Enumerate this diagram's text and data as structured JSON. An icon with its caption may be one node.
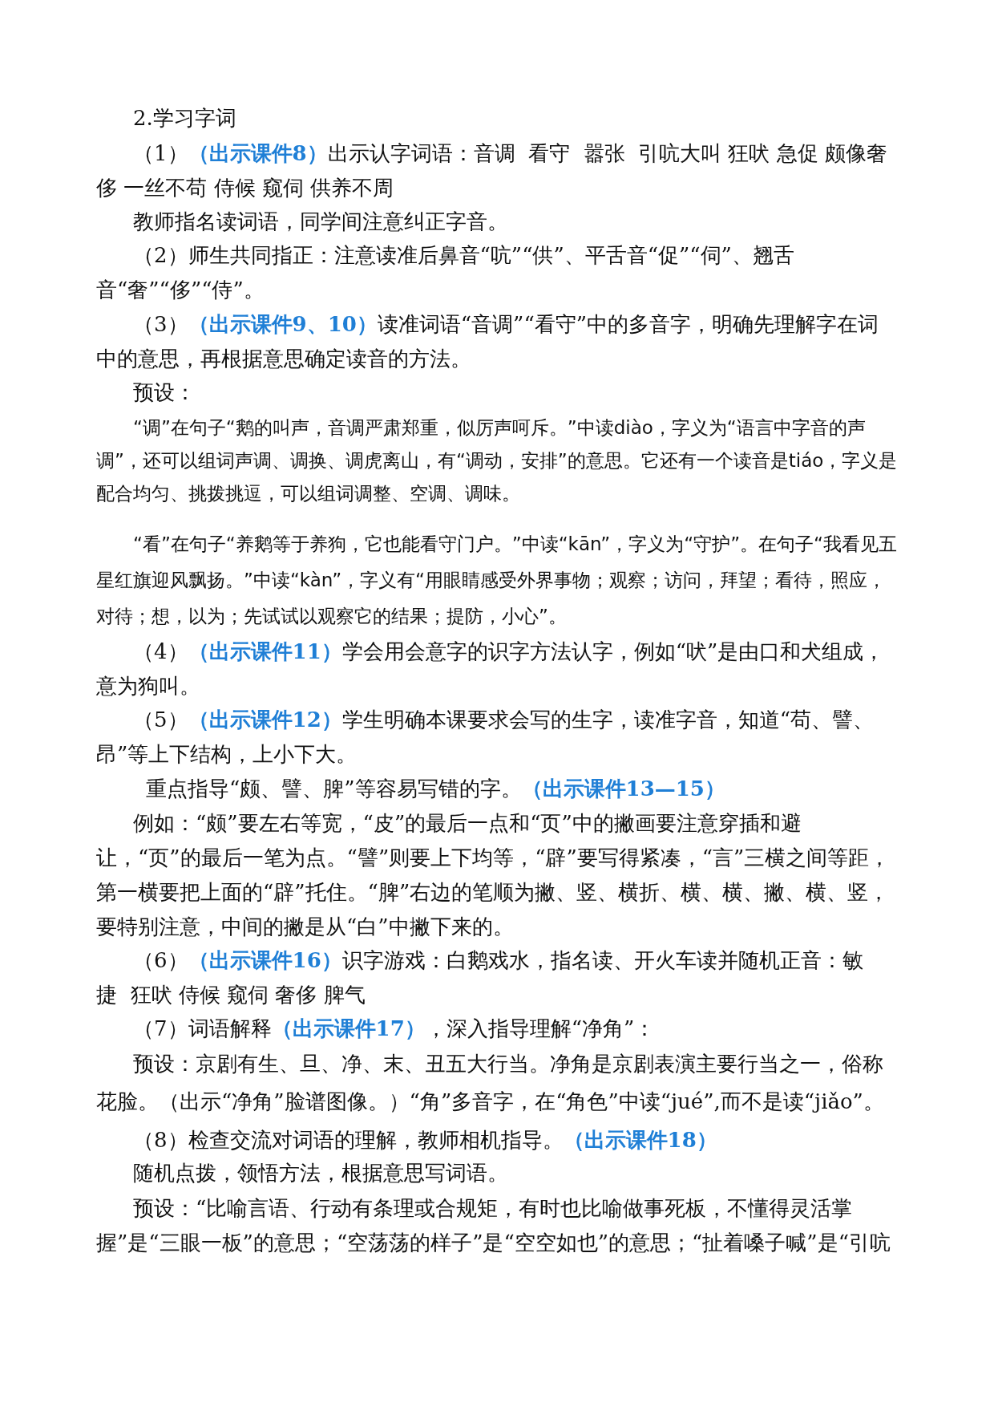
{
  "diagram": {
    "labels": [
      "2.学习字词",
      "（1）**（出示课件8）**出示认字词语：音调  看守  嚣张  引吭大叫 狂吠 急促 颇像奢侈 一丝不苟 侍候 窥伺 供养不周",
      "教师指名读词语，同学间注意纠正字音。",
      "（2）师生共同指正：注意读准后鼻音“吭”“供”、平舌音“促”“伺”、翘舌音“奢”“侈”“侍”。",
      "（3）**（出示课件9、10）**读准词语“音调”“看守”中的多音字，明确先理解字在词中的意思，再根据意思确定读音的方法。",
      "预设：",
      "“调”在句子“鹅的叫声，音调严肃郑重，似厉声呵斥。”中读diào，字义为“语言中字音的声调”，还可以组词声调、调换、调虎离山，有“调动，安排”的意思。它还有一个读音是tiáo，字义是配合均匀、挑拨挑逗，可以组词调整、空调、调味。",
      "“看”在句子“养鹅等于养狗，它也能看守门户。”中读“kān”，字义为“守护”。在句子“我看见五星红旗迎风飘扬。”中读“kàn”，字义有“用眼睛感受外界事物；观察；访问，拜望；看待，照应，对待；想，以为；先试试以观察它的结果；提防，小心”。",
      "（4）**（出示课件11）**学会用会意字的识字方法认字，例如“吠”是由口和犬组成，意为狗叫。",
      "（5）**（出示课件12）**学生明确本课要求会写的生字，读准字音，知道“苟、譬、昂”等上下结构，上小下大。",
      "重点指导“颇、譬、脾”等容易写错的字。**（出示课件13—15）**",
      "例如：“颇”要左右等宽，“皮”的最后一点和“页”中的撇画要注意穿插和避让，“页”的最后一笔为点。“譬”则要上下均等，“辟”要写得紧凑，“言”三横之间等距，第一横要把上面的“辟”托住。“脾”右边的笔顺为撇、竖、横折、横、横、撇、横、竖，要特别注意，中间的撇是从“白”中撇下来的。",
      "（6）**（出示课件16）**识字游戏：白鹅戏水，指名读、开火车读并随机正音：敏捷  狂吠 侍候 窥伺 奢侈 脾气",
      "（7）词语解释**（出示课件17）**，深入指导理解“净角”：",
      "预设：京剧有生、旦、净、末、丑五大行当。净角是京剧表演主要行当之一，俗称花脸。（出示“净角”脸谱图像。）“角”多音字，在“角色”中读“jué”,而不是读“jiǎo”。",
      "（8）检查交流对词语的理解，教师相机指导。**（出示课件18）**",
      "随机点拨，领悟方法，根据意思写词语。",
      "预设：“比喻言语、行动有条理或合规矩，有时也比喻做事死板，不懂得灵活掌握”是“三眼一板”的意思；“空荡荡的样子”是“空空如也”的意思；“扯着嗓子喊”是“引吭"
    ]
  }
}
